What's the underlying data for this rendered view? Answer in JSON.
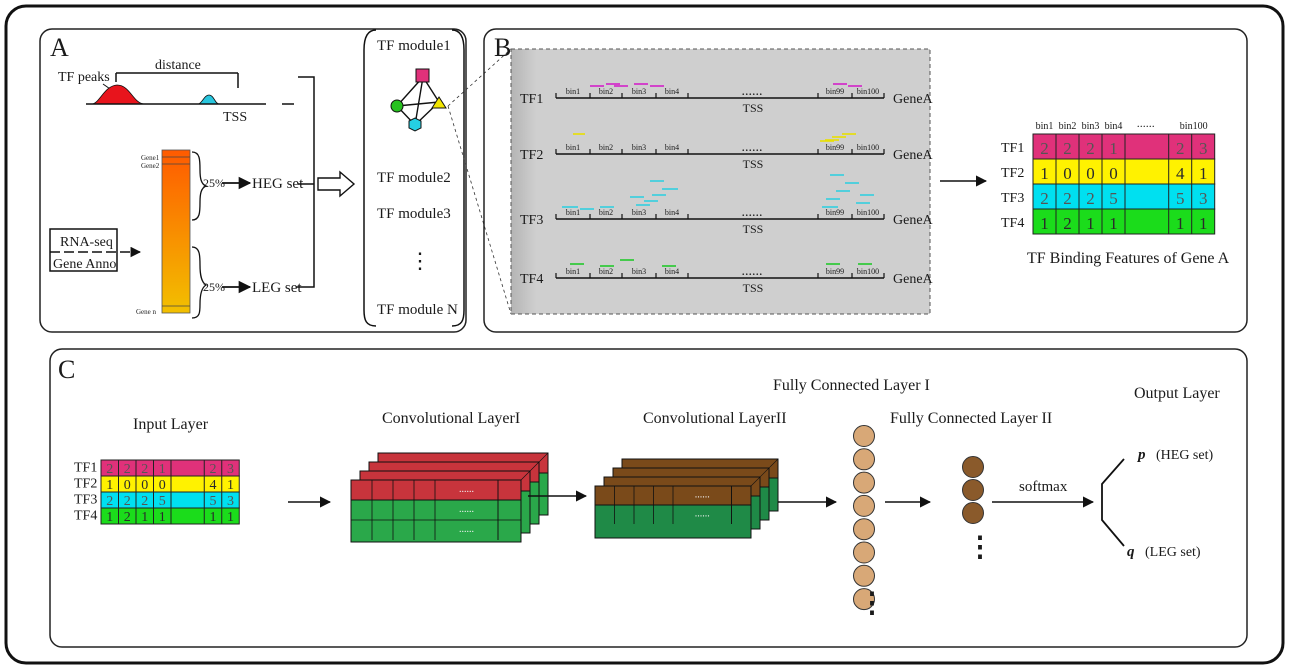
{
  "panels": {
    "a": "A",
    "b": "B",
    "c": "C"
  },
  "panel_a": {
    "tf_peaks": "TF peaks",
    "distance": "distance",
    "tss": "TSS",
    "rna_seq": "RNA-seq",
    "gene_anno": "Gene Anno",
    "gene1": "Gene1",
    "gene2": "Gene2",
    "gene_n": "Gene n",
    "heg_pct": "25%",
    "heg_set": "HEG set",
    "leg_pct": "25%",
    "leg_set": "LEG set",
    "modules": [
      "TF module1",
      "TF module2",
      "TF module3",
      "TF module N"
    ],
    "vdots": "⋮"
  },
  "panel_b": {
    "tracks": [
      {
        "tf": "TF1",
        "color": "#d321c8"
      },
      {
        "tf": "TF2",
        "color": "#e8e000"
      },
      {
        "tf": "TF3",
        "color": "#33cfe0"
      },
      {
        "tf": "TF4",
        "color": "#22c82a"
      }
    ],
    "bins": [
      "bin1",
      "bin2",
      "bin3",
      "bin4",
      "bin99",
      "bin100"
    ],
    "dots": "......",
    "tss": "TSS",
    "gene": "GeneA",
    "table_bins": [
      "bin1",
      "bin2",
      "bin3",
      "bin4",
      "bin100"
    ],
    "table_dots": "......",
    "table_rows": [
      {
        "tf": "TF1",
        "values": [
          "2",
          "2",
          "2",
          "1",
          "2",
          "3"
        ],
        "fill": "#e0317a"
      },
      {
        "tf": "TF2",
        "values": [
          "1",
          "0",
          "0",
          "0",
          "4",
          "1"
        ],
        "fill": "#fff200"
      },
      {
        "tf": "TF3",
        "values": [
          "2",
          "2",
          "2",
          "5",
          "5",
          "3"
        ],
        "fill": "#00e0f0"
      },
      {
        "tf": "TF4",
        "values": [
          "1",
          "2",
          "1",
          "1",
          "1",
          "1"
        ],
        "fill": "#1bdc1b"
      }
    ],
    "caption": "TF Binding Features of Gene A"
  },
  "panel_c": {
    "input_layer": "Input Layer",
    "conv1": "Convolutional LayerI",
    "conv2": "Convolutional LayerII",
    "fc1": "Fully Connected Layer I",
    "fc2": "Fully Connected Layer II",
    "output_layer": "Output  Layer",
    "softmax": "softmax",
    "p": "p",
    "p_label": "(HEG set)",
    "q": "q",
    "q_label": "(LEG set)",
    "dots": "......",
    "vdots": "⋮"
  },
  "colors": {
    "heg_red": "#e8141c",
    "peak_cyan": "#29c6de",
    "node_magenta": "#e0317a",
    "node_green": "#27c21f",
    "node_yellow": "#f2e600",
    "node_cyan": "#25cfe3",
    "conv1_red": "#c8343c",
    "conv1_green": "#2aa84a",
    "conv2_brown": "#7a4a1a",
    "conv2_green": "#1f8a47",
    "fc1_node": "#d8a877",
    "fc2_node": "#8a5a2b"
  }
}
